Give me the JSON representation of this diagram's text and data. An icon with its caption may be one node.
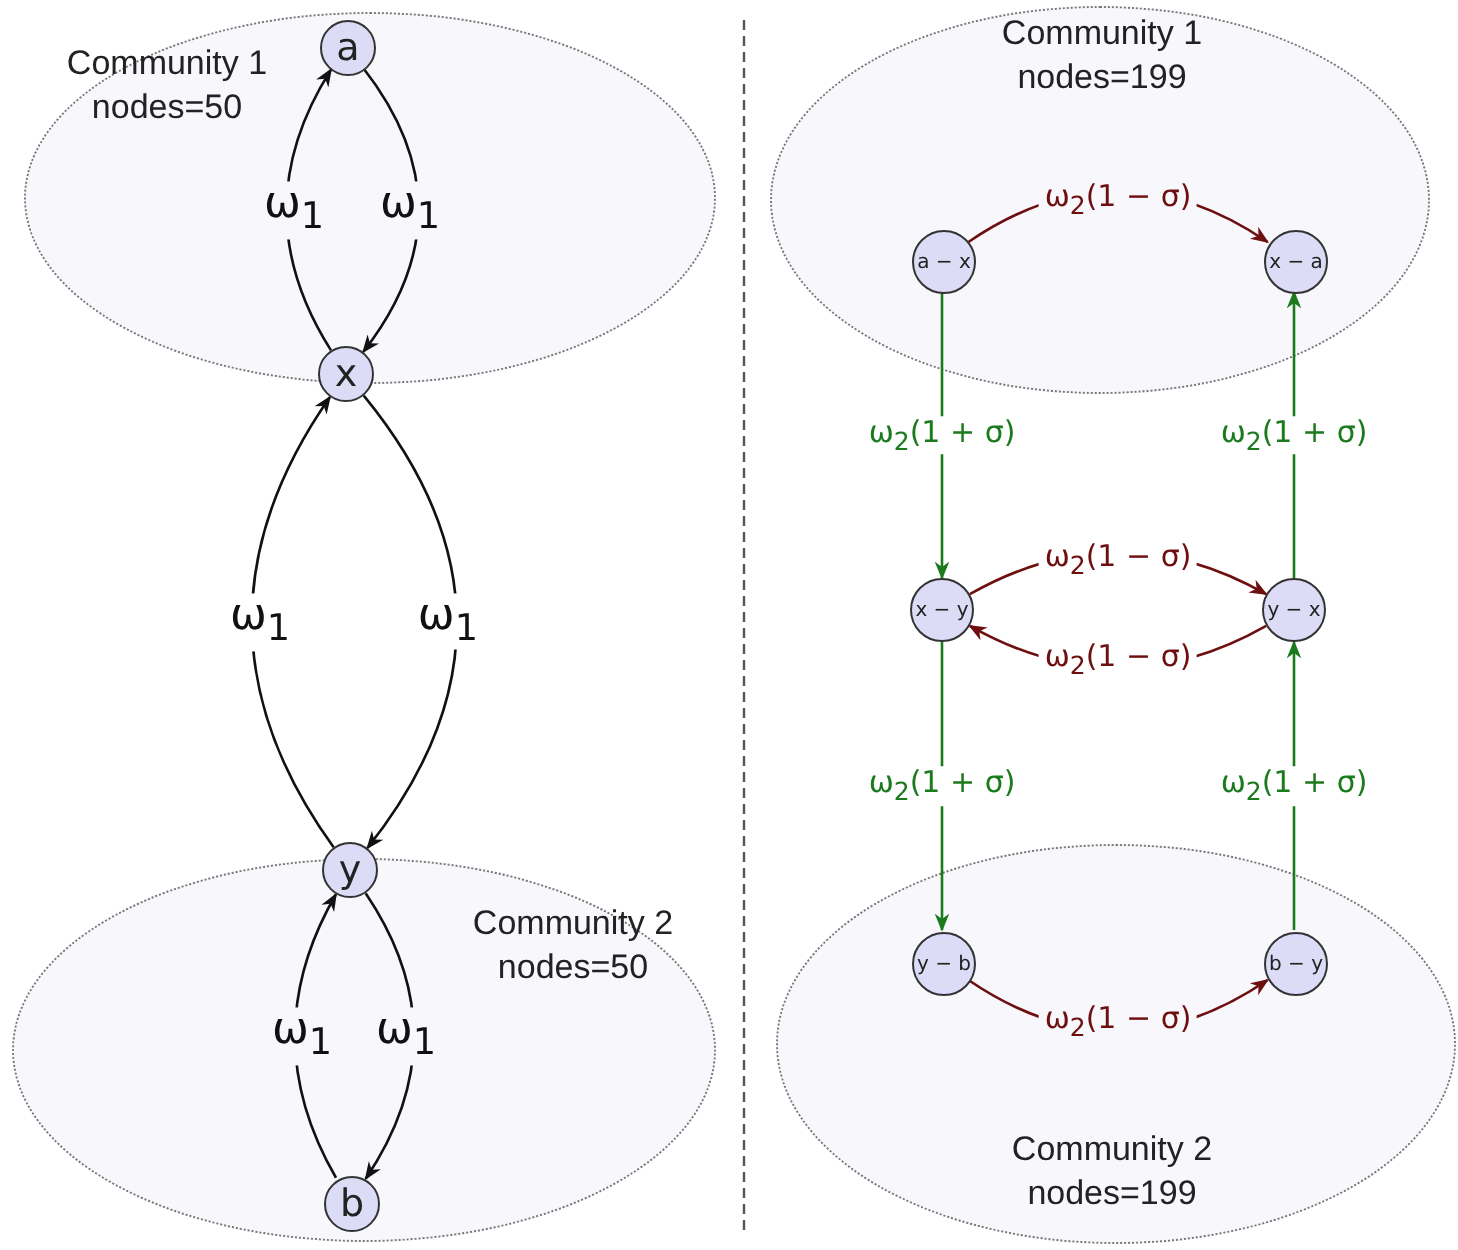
{
  "diagram": {
    "nodes": [
      {
        "text": [
          "Community 1 nodes=50"
        ]
      },
      {
        "text": [
          "a"
        ],
        "in": 0
      },
      {
        "text": [
          "x"
        ]
      },
      {
        "text": [
          "y"
        ]
      },
      {
        "text": [
          "Community 2 nodes=50"
        ]
      },
      {
        "text": [
          "b"
        ],
        "in": 4
      },
      {
        "text": [
          "Community 1 nodes=199"
        ]
      },
      {
        "text": [
          "a − x"
        ],
        "in": 6
      },
      {
        "text": [
          "x − a"
        ],
        "in": 6
      },
      {
        "text": [
          "x − y"
        ]
      },
      {
        "text": [
          "y − x"
        ]
      },
      {
        "text": [
          "Community 2 nodes=199"
        ]
      },
      {
        "text": [
          "y − b"
        ],
        "in": 11
      },
      {
        "text": [
          "b − y"
        ],
        "in": 11
      }
    ],
    "edges": [
      {
        "from": 2,
        "to": 1,
        "arrow": "to",
        "label": "ω$_{1}$"
      },
      {
        "from": 1,
        "to": 2,
        "arrow": "to",
        "label": "ω$_{1}$"
      },
      {
        "from": 3,
        "to": 2,
        "arrow": "to",
        "label": "ω$_{1}$"
      },
      {
        "from": 2,
        "to": 3,
        "arrow": "to",
        "label": "ω$_{1}$"
      },
      {
        "from": 5,
        "to": 3,
        "arrow": "to",
        "label": "ω$_{1}$"
      },
      {
        "from": 3,
        "to": 5,
        "arrow": "to",
        "label": "ω$_{1}$"
      },
      {
        "from": 7,
        "to": 8,
        "arrow": "to",
        "label": "ω$_{2}$(1 − σ)",
        "color": "#6e0f0f"
      },
      {
        "from": 9,
        "to": 10,
        "arrow": "to",
        "label": "ω$_{2}$(1 − σ)",
        "color": "#6e0f0f"
      },
      {
        "from": 10,
        "to": 9,
        "arrow": "to",
        "label": "ω$_{2}$(1 − σ)",
        "color": "#6e0f0f"
      },
      {
        "from": 12,
        "to": 13,
        "arrow": "to",
        "label": "ω$_{2}$(1 − σ)",
        "color": "#6e0f0f"
      },
      {
        "from": 7,
        "to": 9,
        "arrow": "to",
        "label": "ω$_{2}$(1 + σ)",
        "color": "#1b7a1b"
      },
      {
        "from": 10,
        "to": 8,
        "arrow": "to",
        "label": "ω$_{2}$(1 + σ)",
        "color": "#1b7a1b"
      },
      {
        "from": 9,
        "to": 12,
        "arrow": "to",
        "label": "ω$_{2}$(1 + σ)",
        "color": "#1b7a1b"
      },
      {
        "from": 13,
        "to": 10,
        "arrow": "to",
        "label": "ω$_{2}$(1 + σ)",
        "color": "#1b7a1b"
      }
    ]
  }
}
